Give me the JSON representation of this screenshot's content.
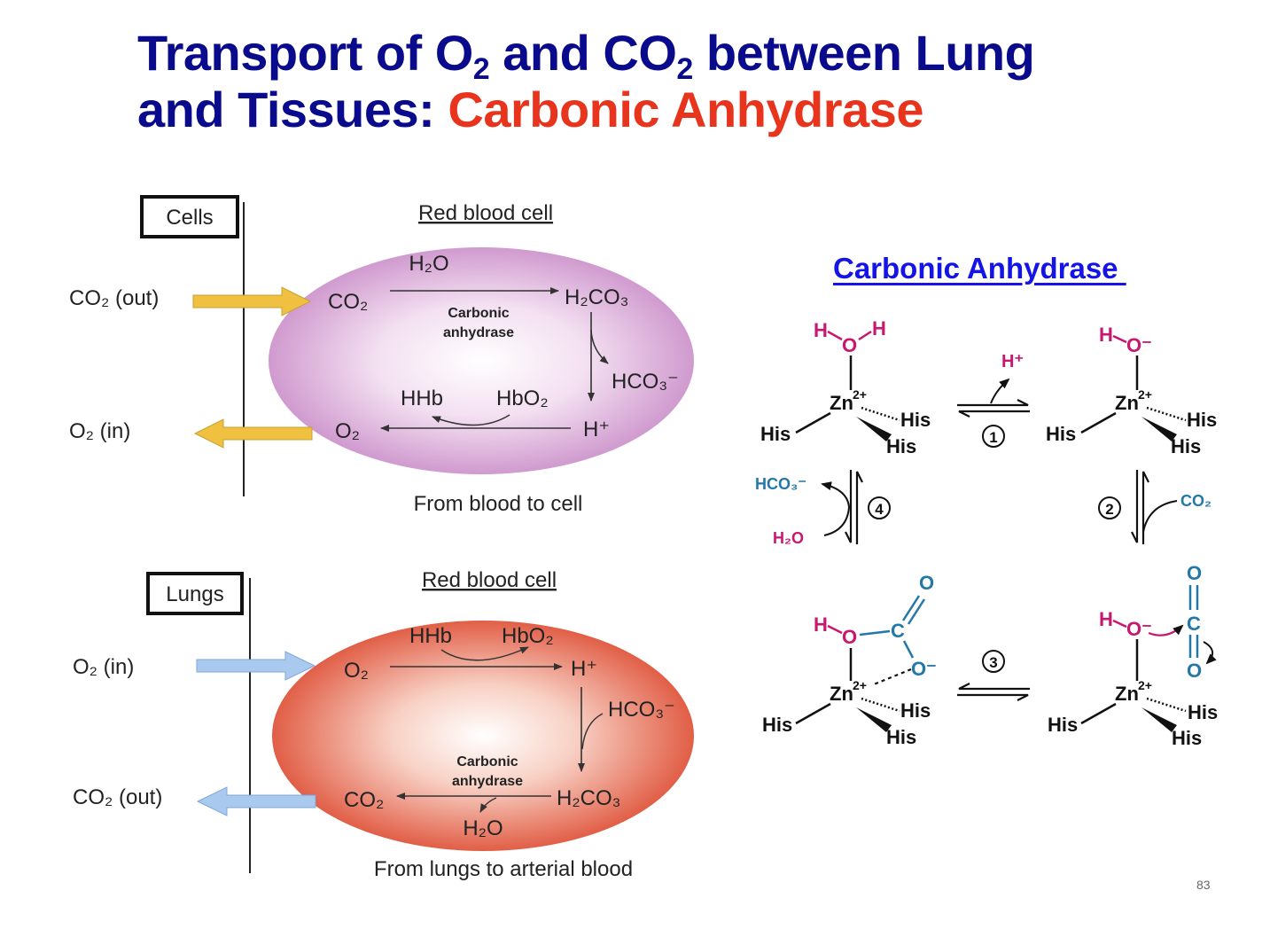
{
  "slide": {
    "title_part1": "Transport of ",
    "title_o": "O",
    "title_sub2a": "2",
    "title_and": " and CO",
    "title_sub2b": "2",
    "title_part2": " between Lung",
    "title_line2": "and Tissues: ",
    "title_highlight": "Carbonic Anhydrase",
    "page_number": "83"
  },
  "top_panel": {
    "box_label": "Cells",
    "header": "Red blood cell",
    "co2_out": "CO₂ (out)",
    "o2_in": "O₂ (in)",
    "h2o": "H₂O",
    "co2": "CO₂",
    "h2co3": "H₂CO₃",
    "enzyme_line1": "Carbonic",
    "enzyme_line2": "anhydrase",
    "hco3": "HCO₃⁻",
    "hhb": "HHb",
    "hbo2": "HbO₂",
    "o2": "O₂",
    "hplus": "H⁺",
    "caption": "From blood to cell"
  },
  "bottom_panel": {
    "box_label": "Lungs",
    "header": "Red blood cell",
    "o2_in": "O₂ (in)",
    "co2_out": "CO₂ (out)",
    "hhb": "HHb",
    "hbo2": "HbO₂",
    "o2": "O₂",
    "hplus": "H⁺",
    "hco3": "HCO₃⁻",
    "enzyme_line1": "Carbonic",
    "enzyme_line2": "anhydrase",
    "co2": "CO₂",
    "h2co3": "H₂CO₃",
    "h2o": "H₂O",
    "caption": "From lungs to arterial blood"
  },
  "mechanism": {
    "heading": "Carbonic Anhydrase ",
    "H": "H",
    "O": "O",
    "O_minus": "O⁻",
    "C": "C",
    "zn": "Zn",
    "zn_charge": "2+",
    "his": "His",
    "hplus": "H⁺",
    "co2": "CO₂",
    "h2o": "H₂O",
    "hco3": "HCO₃⁻",
    "step1": "1",
    "step2": "2",
    "step3": "3",
    "step4": "4"
  },
  "colors": {
    "title_blue": "#0a0a8c",
    "title_red": "#e8341c",
    "link_blue": "#1414e6",
    "magenta": "#c8176e",
    "teal": "#2478a8",
    "cell_top": "#c98cc8",
    "cell_bottom": "#dd4a30",
    "arrow_yellow": "#f0c040",
    "arrow_blue": "#a9c9ee"
  }
}
